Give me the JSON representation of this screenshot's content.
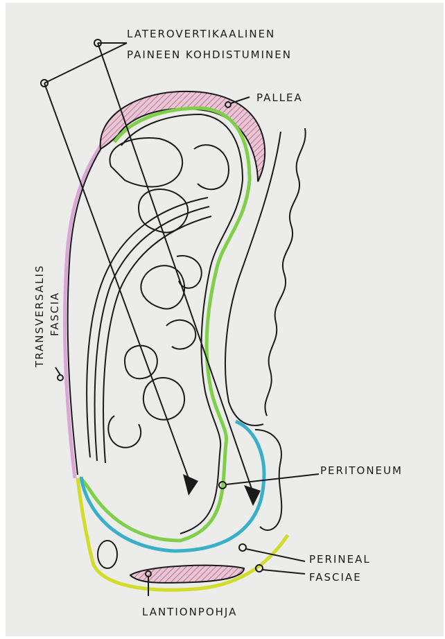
{
  "labels": {
    "pressure_line1": "LATEROVERTIKAALINEN",
    "pressure_line2": "PAINEEN KOHDISTUMINEN",
    "diaphragm": "PALLEA",
    "transversalis_line1": "TRANSVERSALIS",
    "transversalis_line2": "FASCIA",
    "peritoneum": "PERITONEUM",
    "perineal_line1": "PERINEAL",
    "perineal_line2": "FASCIAE",
    "pelvic_floor": "LANTIONPOHJA"
  },
  "colors": {
    "ink": "#1a1a1a",
    "paper": "#ececea",
    "transversalis_fascia": "#d9a6d6",
    "peritoneum": "#7fcf4a",
    "perineal_inner": "#3ab0c8",
    "perineal_outer": "#d2dc2a",
    "diaphragm_hatch": "#b04a78",
    "diaphragm_fill": "#e8c6d4"
  },
  "icons": [
    "arrowhead-icon",
    "label-pointer-circle-icon"
  ]
}
